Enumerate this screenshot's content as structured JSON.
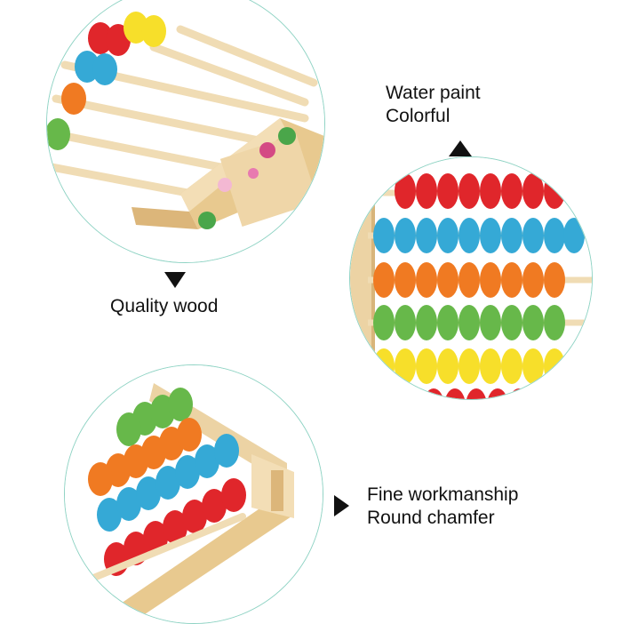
{
  "labels": {
    "water_paint": "Water paint",
    "colorful": "Colorful",
    "quality_wood": "Quality wood",
    "fine_workmanship": "Fine workmanship",
    "round_chamfer": "Round chamfer"
  },
  "bead_colors": {
    "red": "#e0262b",
    "blue": "#35a9d6",
    "orange": "#f07a22",
    "green": "#67b84a",
    "yellow": "#f7df2a"
  },
  "wood_color": "#ecd3a4",
  "accent_border": "#8fd3c4",
  "icons": {
    "arrow_up": "triangle-up-icon",
    "arrow_down": "triangle-down-icon",
    "arrow_right": "triangle-right-icon"
  }
}
